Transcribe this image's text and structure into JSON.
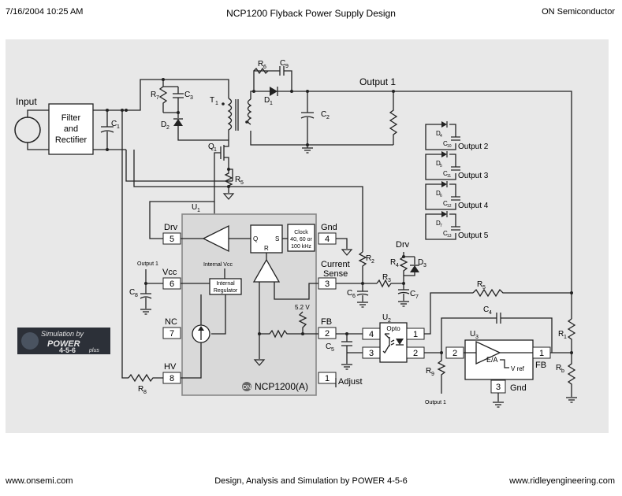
{
  "header": {
    "datetime": "7/16/2004  10:25 AM",
    "title": "NCP1200 Flyback Power Supply Design",
    "company": "ON Semiconductor"
  },
  "footer": {
    "left": "www.onsemi.com",
    "center": "Design, Analysis and Simulation by POWER 4-5-6",
    "right": "www.ridleyengineering.com"
  },
  "schematic": {
    "input_label": "Input",
    "filter_box": [
      "Filter",
      "and",
      "Rectifier"
    ],
    "output1_label": "Output 1",
    "outputs": [
      "Output 2",
      "Output 3",
      "Output 4",
      "Output 5"
    ],
    "chip_name": "NCP1200(A)",
    "on_logo": "ON",
    "u1": "U",
    "u1_sub": "1",
    "pins": [
      {
        "num": "5",
        "name": "Drv"
      },
      {
        "num": "6",
        "name": "Vcc"
      },
      {
        "num": "7",
        "name": "NC"
      },
      {
        "num": "8",
        "name": "HV"
      },
      {
        "num": "4",
        "name": "Gnd"
      },
      {
        "num": "3",
        "name": "Current"
      },
      {
        "num": "2",
        "name": "FB"
      },
      {
        "num": "1",
        "name": "Adjust"
      }
    ],
    "current_sense_2": "Sense",
    "internal_vcc": "Internal Vcc",
    "regulator": [
      "Internal",
      "Regulator"
    ],
    "clock": [
      "Clock",
      "40, 60 or",
      "100 kHz"
    ],
    "ff": {
      "q": "Q",
      "s": "S",
      "r": "R"
    },
    "v52": "5.2 V",
    "vcc_output_ref": "Output 1",
    "r9_output_ref": "Output 1",
    "drv_label": "Drv",
    "opto": {
      "name": "Opto",
      "u2": "U",
      "u2_sub": "2",
      "pin1": "1",
      "pin2": "2",
      "pin3": "3",
      "pin4": "4"
    },
    "ea": {
      "u3": "U",
      "u3_sub": "3",
      "name": "E/A",
      "vref": "V ref",
      "fb": "FB",
      "gnd": "Gnd",
      "pin1": "1",
      "pin2": "2",
      "pin3": "3"
    },
    "components": {
      "r7": "R",
      "r7_sub": "7",
      "c3": "C",
      "c3_sub": "3",
      "d2": "D",
      "d2_sub": "2",
      "t1": "T",
      "t1_sub": "1",
      "r6": "R",
      "r6_sub": "6",
      "c9": "C",
      "c9_sub": "9",
      "d1": "D",
      "d1_sub": "1",
      "c2": "C",
      "c2_sub": "2",
      "c1": "C",
      "c1_sub": "1",
      "q1": "Q",
      "q1_sub": "1",
      "r5s": "R",
      "r5s_sub": "5",
      "c8": "C",
      "c8_sub": "8",
      "r8": "R",
      "r8_sub": "8",
      "r2": "R",
      "r2_sub": "2",
      "r3": "R",
      "r3_sub": "3",
      "r4": "R",
      "r4_sub": "4",
      "d3": "D",
      "d3_sub": "3",
      "c6": "C",
      "c6_sub": "6",
      "c7": "C",
      "c7_sub": "7",
      "r5": "R",
      "r5_sub": "5",
      "c4": "C",
      "c4_sub": "4",
      "c5": "C",
      "c5_sub": "5",
      "r9": "R",
      "r9_sub": "9",
      "r1": "R",
      "r1_sub": "1",
      "rb": "R",
      "rb_sub": "b",
      "d4": "D",
      "d4_sub": "4",
      "c10": "C",
      "c10_sub": "10",
      "d5": "D",
      "d5_sub": "5",
      "c11": "C",
      "c11_sub": "11",
      "d6": "D",
      "d6_sub": "6",
      "c12": "C",
      "c12_sub": "12",
      "d7": "D",
      "d7_sub": "7",
      "c13": "C",
      "c13_sub": "13"
    },
    "badge": [
      "Simulation by",
      "POWER",
      "4-5-6",
      "plus"
    ]
  },
  "colors": {
    "panel": "#e8e8e8",
    "chip": "#d9d9d9",
    "badge_bg": "#2c3038",
    "badge_text": "#e6e6e6"
  }
}
